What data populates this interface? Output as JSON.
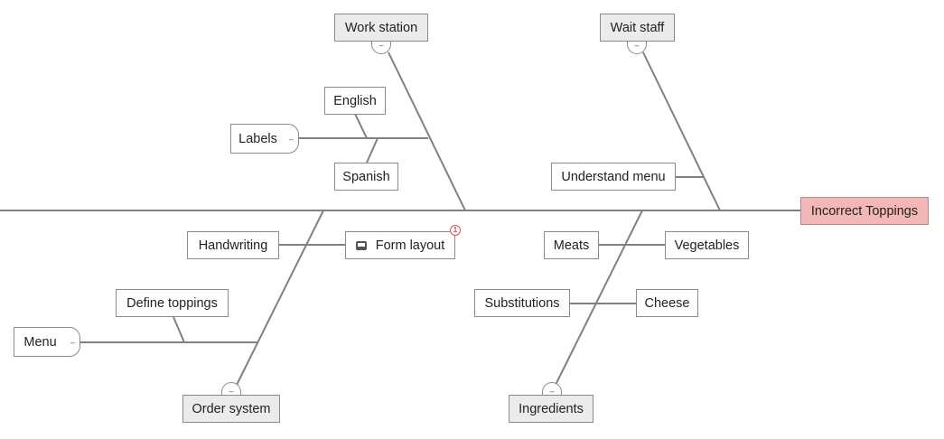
{
  "diagram": {
    "head": "Incorrect Toppings",
    "categories": {
      "work_station": "Work station",
      "wait_staff": "Wait staff",
      "order_system": "Order system",
      "ingredients": "Ingredients"
    },
    "causes": {
      "labels": "Labels",
      "english": "English",
      "spanish": "Spanish",
      "understand_menu": "Understand menu",
      "handwriting": "Handwriting",
      "form_layout": "Form layout",
      "form_layout_badge": "1",
      "menu": "Menu",
      "define_toppings": "Define toppings",
      "meats": "Meats",
      "vegetables": "Vegetables",
      "substitutions": "Substitutions",
      "cheese": "Cheese"
    },
    "collapse_symbol": "–",
    "note_icon": "note-icon",
    "colors": {
      "line": "#808080",
      "head_fill": "#f3b7b7",
      "category_fill": "#ebebeb",
      "badge": "#d9534f"
    }
  }
}
